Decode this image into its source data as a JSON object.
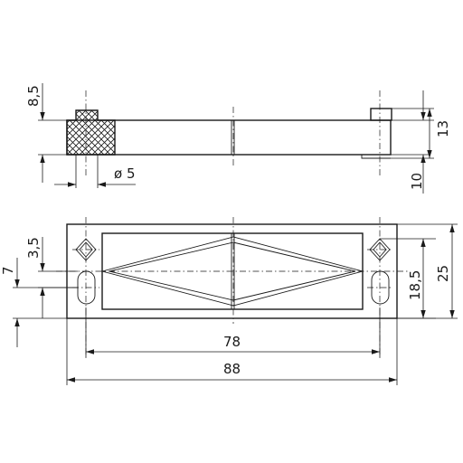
{
  "drawing": {
    "dimensions": {
      "d_8_5": "8,5",
      "d_13": "13",
      "d_10": "10",
      "d_dia5": "ø 5",
      "d_3_5": "3,5",
      "d_7": "7",
      "d_18_5": "18,5",
      "d_25": "25",
      "d_78": "78",
      "d_88": "88"
    }
  }
}
